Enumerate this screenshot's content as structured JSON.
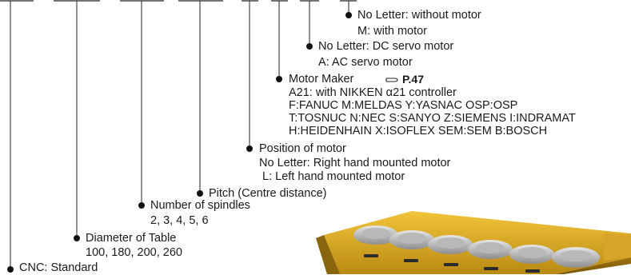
{
  "code_fields": [
    {
      "id": "cnc",
      "heading": "CNC: Standard",
      "lines": []
    },
    {
      "id": "table-diameter",
      "heading": "Diameter of Table",
      "lines": [
        "100, 180, 200, 260"
      ]
    },
    {
      "id": "spindles",
      "heading": "Number of spindles",
      "lines": [
        "2, 3, 4, 5, 6"
      ]
    },
    {
      "id": "pitch",
      "heading": "Pitch (Centre distance)",
      "lines": []
    },
    {
      "id": "motor-position",
      "heading": "Position of motor",
      "lines": [
        "No Letter: Right hand mounted motor",
        " L: Left hand mounted motor"
      ]
    },
    {
      "id": "motor-maker",
      "heading": "Motor Maker",
      "page_ref": "P.47",
      "lines": [
        "A21: with NIKKEN α21 controller",
        "F:FANUC  M:MELDAS  Y:YASNAC  OSP:OSP",
        "T:TOSNUC  N:NEC  S:SANYO  Z:SIEMENS  I:INDRAMAT",
        "H:HEIDENHAIN  X:ISOFLEX  SEM:SEM  B:BOSCH"
      ]
    },
    {
      "id": "servo-motor",
      "heading": "No Letter: DC servo motor",
      "lines": [
        "A: AC servo motor"
      ]
    },
    {
      "id": "with-motor",
      "heading": "No Letter: without motor",
      "lines": [
        "M: with motor"
      ]
    }
  ],
  "icons": {
    "page_ref_icon": "pointing-hand-icon",
    "bullet": "filled-circle"
  },
  "colors": {
    "line": "#222222",
    "text": "#1a1a1a",
    "product_yellow": "#e8b21a",
    "product_shadow": "#8a6510"
  },
  "image": {
    "subject": "product-photo"
  }
}
